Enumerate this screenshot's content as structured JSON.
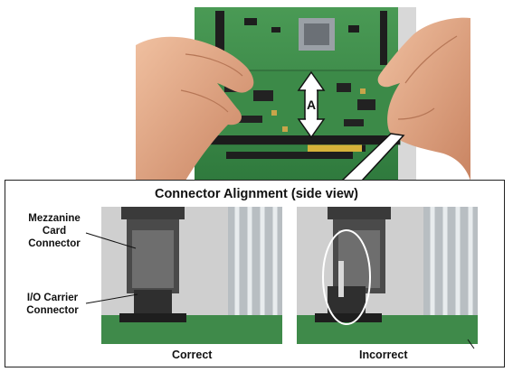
{
  "photo": {
    "arrow_label": "A"
  },
  "panel": {
    "title": "Connector Alignment (side view)",
    "labels": {
      "mezzanine_line1": "Mezzanine",
      "mezzanine_line2": "Card",
      "mezzanine_line3": "Connector",
      "carrier_line1": "I/O Carrier",
      "carrier_line2": "Connector"
    },
    "captions": {
      "correct": "Correct",
      "incorrect": "Incorrect"
    }
  },
  "colors": {
    "pcb_green": "#3f8a4a",
    "skin": "#e3a985",
    "connector_dark": "#3a3a3a",
    "panel_border": "#222222"
  }
}
